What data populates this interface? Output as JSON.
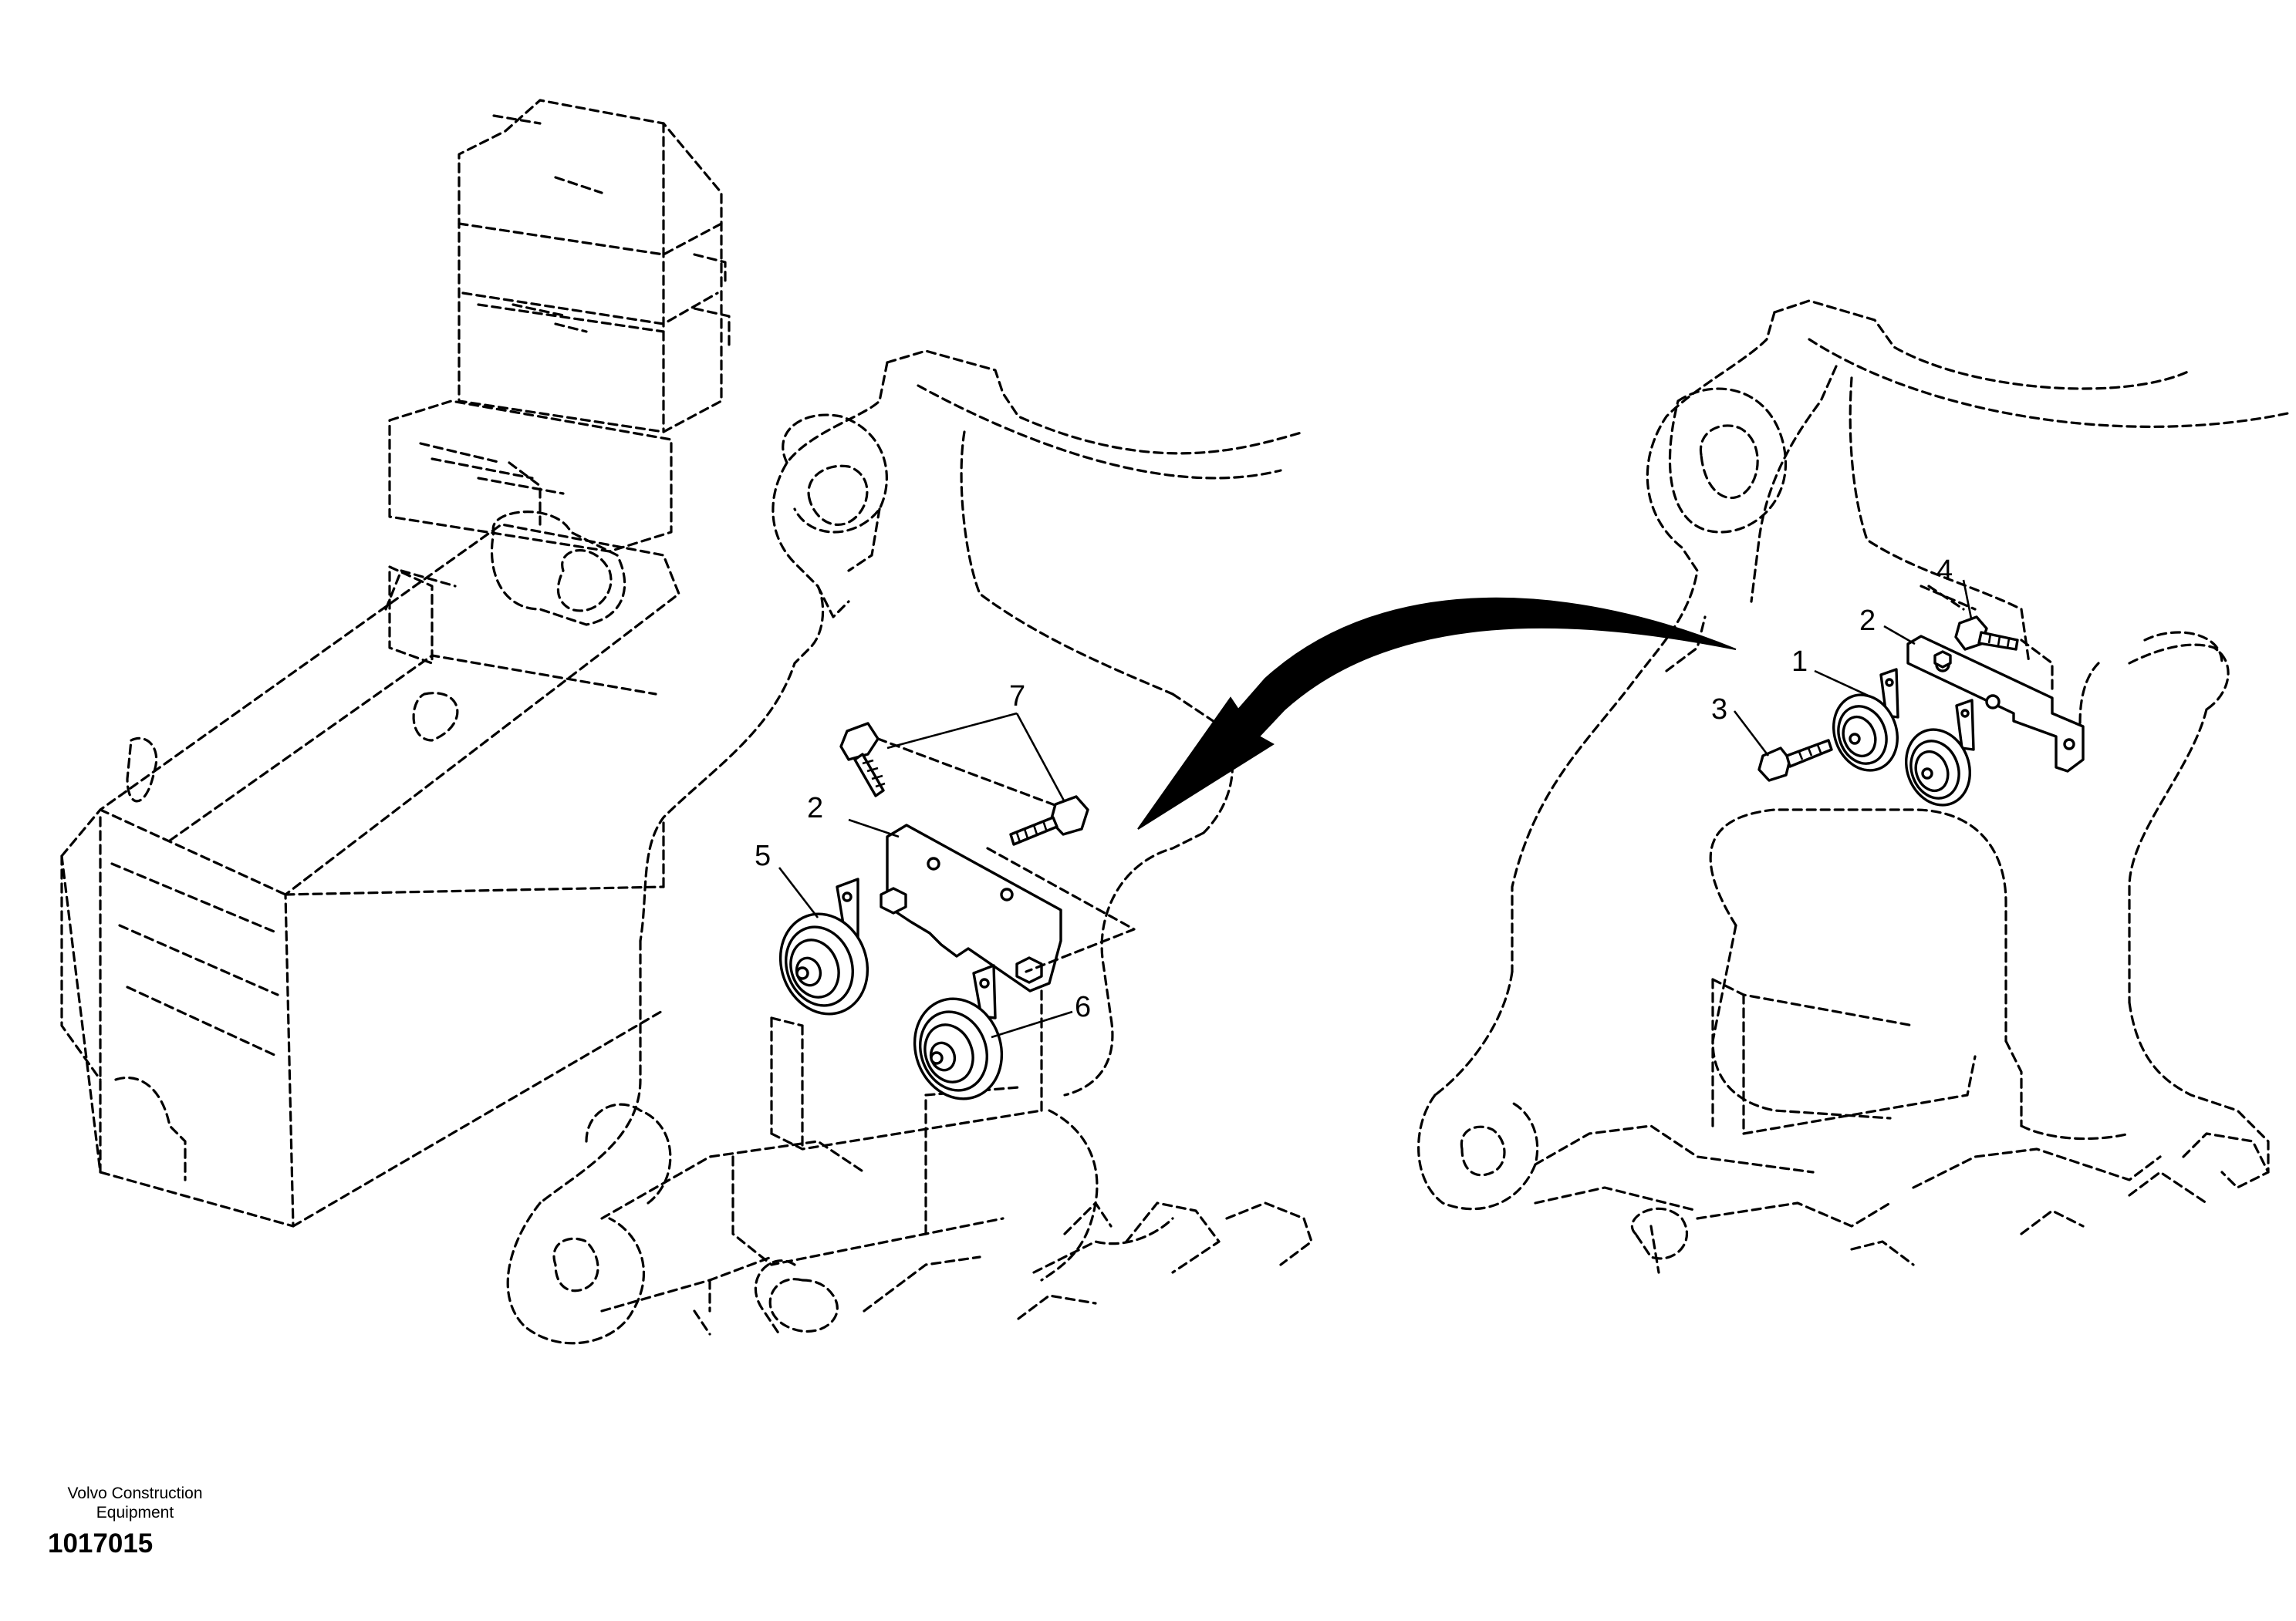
{
  "caption": {
    "line1": "Volvo Construction",
    "line2": "Equipment",
    "figure_number": "1017015"
  },
  "callouts": {
    "left": {
      "bolts": "7",
      "bracket": "2",
      "horn_left": "5",
      "horn_right": "6"
    },
    "right": {
      "horn": "1",
      "bracket": "2",
      "screw": "3",
      "bolt": "4"
    }
  },
  "icons": {
    "transfer_arrow": "curved-arrow-icon"
  }
}
